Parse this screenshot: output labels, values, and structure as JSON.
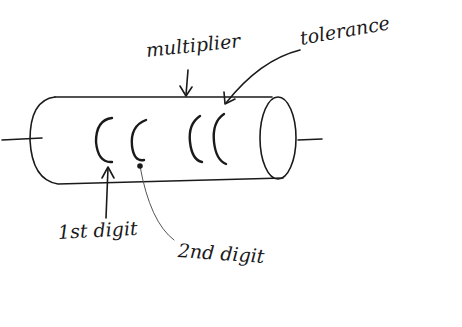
{
  "diagram": {
    "labels": [
      "multiplier",
      "tolerance",
      "1st digit",
      "2nd digit"
    ]
  }
}
